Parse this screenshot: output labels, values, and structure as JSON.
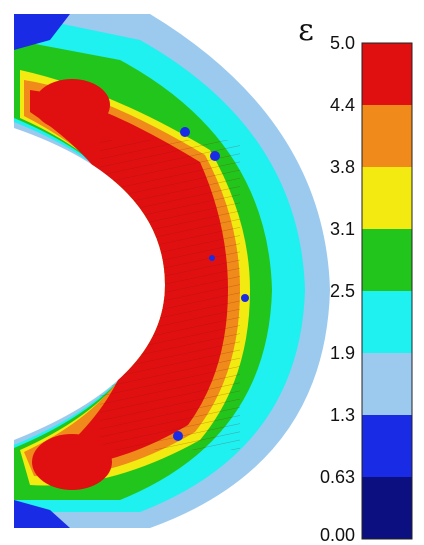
{
  "colorbar": {
    "symbol": "ε",
    "ticks": [
      "5.0",
      "4.4",
      "3.8",
      "3.1",
      "2.5",
      "1.9",
      "1.3",
      "0.63",
      "0.00"
    ],
    "colors": [
      "#e01010",
      "#f08a1a",
      "#f2ea10",
      "#22c51b",
      "#1ff0f0",
      "#9cc9ee",
      "#1a2be6",
      "#0b0f80"
    ]
  }
}
